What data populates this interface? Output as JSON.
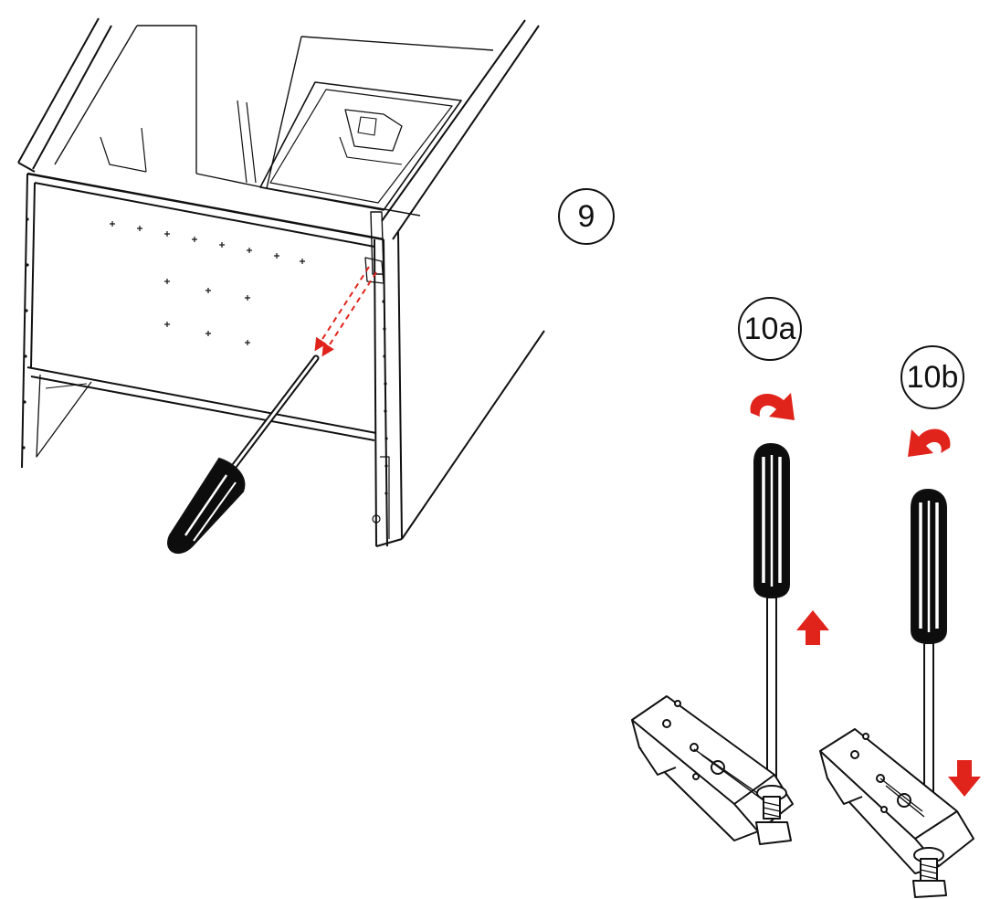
{
  "steps": {
    "step9": "9",
    "step10a": "10a",
    "step10b": "10b"
  },
  "colors": {
    "line": "#111111",
    "handle": "#0d0d0d",
    "accent": "#e0241b"
  },
  "icons": [
    "cabinet-illustration",
    "screwdriver-icon",
    "rotate-clockwise-arrow-icon",
    "rotate-counterclockwise-arrow-icon",
    "up-arrow-icon",
    "down-arrow-icon",
    "foot-bracket-illustration"
  ]
}
